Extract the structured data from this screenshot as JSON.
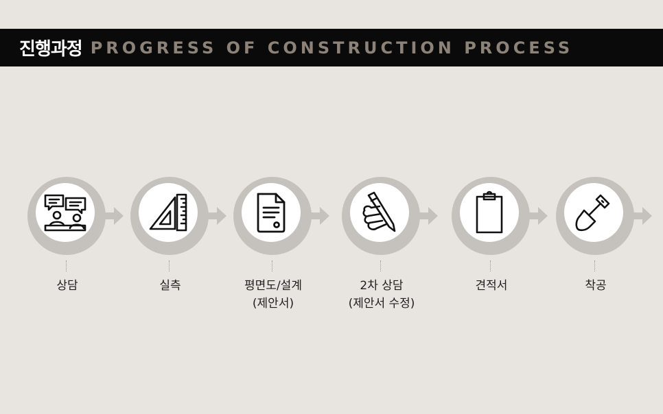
{
  "header": {
    "title_ko": "진행과정",
    "title_en": "PROGRESS OF CONSTRUCTION PROCESS"
  },
  "colors": {
    "background": "#e8e5e0",
    "header_bg": "#0a0a0a",
    "header_en": "#8d8278",
    "ring": "#c5c2be",
    "arrow": "#c5c2be"
  },
  "steps": [
    {
      "label": "상담",
      "sublabel": "",
      "icon": "consultation-icon"
    },
    {
      "label": "실측",
      "sublabel": "",
      "icon": "ruler-triangle-icon"
    },
    {
      "label": "평면도/설계",
      "sublabel": "(제안서)",
      "icon": "document-icon"
    },
    {
      "label": "2차 상담",
      "sublabel": "(제안서 수정)",
      "icon": "hand-pen-icon"
    },
    {
      "label": "견적서",
      "sublabel": "",
      "icon": "clipboard-icon"
    },
    {
      "label": "착공",
      "sublabel": "",
      "icon": "shovel-icon"
    }
  ]
}
